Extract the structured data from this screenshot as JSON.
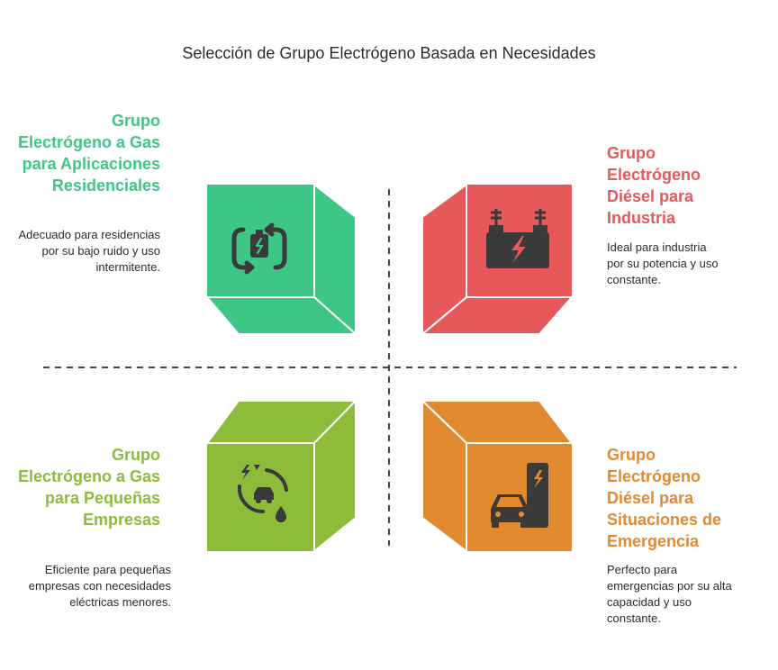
{
  "title": "Selección de Grupo Electrógeno Basada en Necesidades",
  "colors": {
    "green": "#3ec687",
    "red": "#e6585a",
    "lime": "#8dbb3a",
    "orange": "#e18a30",
    "icon": "#3a3a3a"
  },
  "quadrants": [
    {
      "id": "top-left",
      "title": "Grupo Electrógeno a Gas para Aplicaciones Residenciales",
      "description": "Adecuado para residencias por su bajo ruido y uso intermitente.",
      "icon": "battery-recycle-icon"
    },
    {
      "id": "top-right",
      "title": "Grupo Electrógeno Diésel para Industria",
      "description": "Ideal para industria por su potencia y uso constante.",
      "icon": "generator-icon"
    },
    {
      "id": "bottom-left",
      "title": "Grupo Electrógeno a Gas para Pequeñas Empresas",
      "description": "Eficiente para pequeñas empresas con necesidades eléctricas menores.",
      "icon": "eco-car-cycle-icon"
    },
    {
      "id": "bottom-right",
      "title": "Grupo Electrógeno Diésel para Situaciones de Emergencia",
      "description": "Perfecto para emergencias por su alta capacidad y uso constante.",
      "icon": "ev-charging-car-icon"
    }
  ]
}
